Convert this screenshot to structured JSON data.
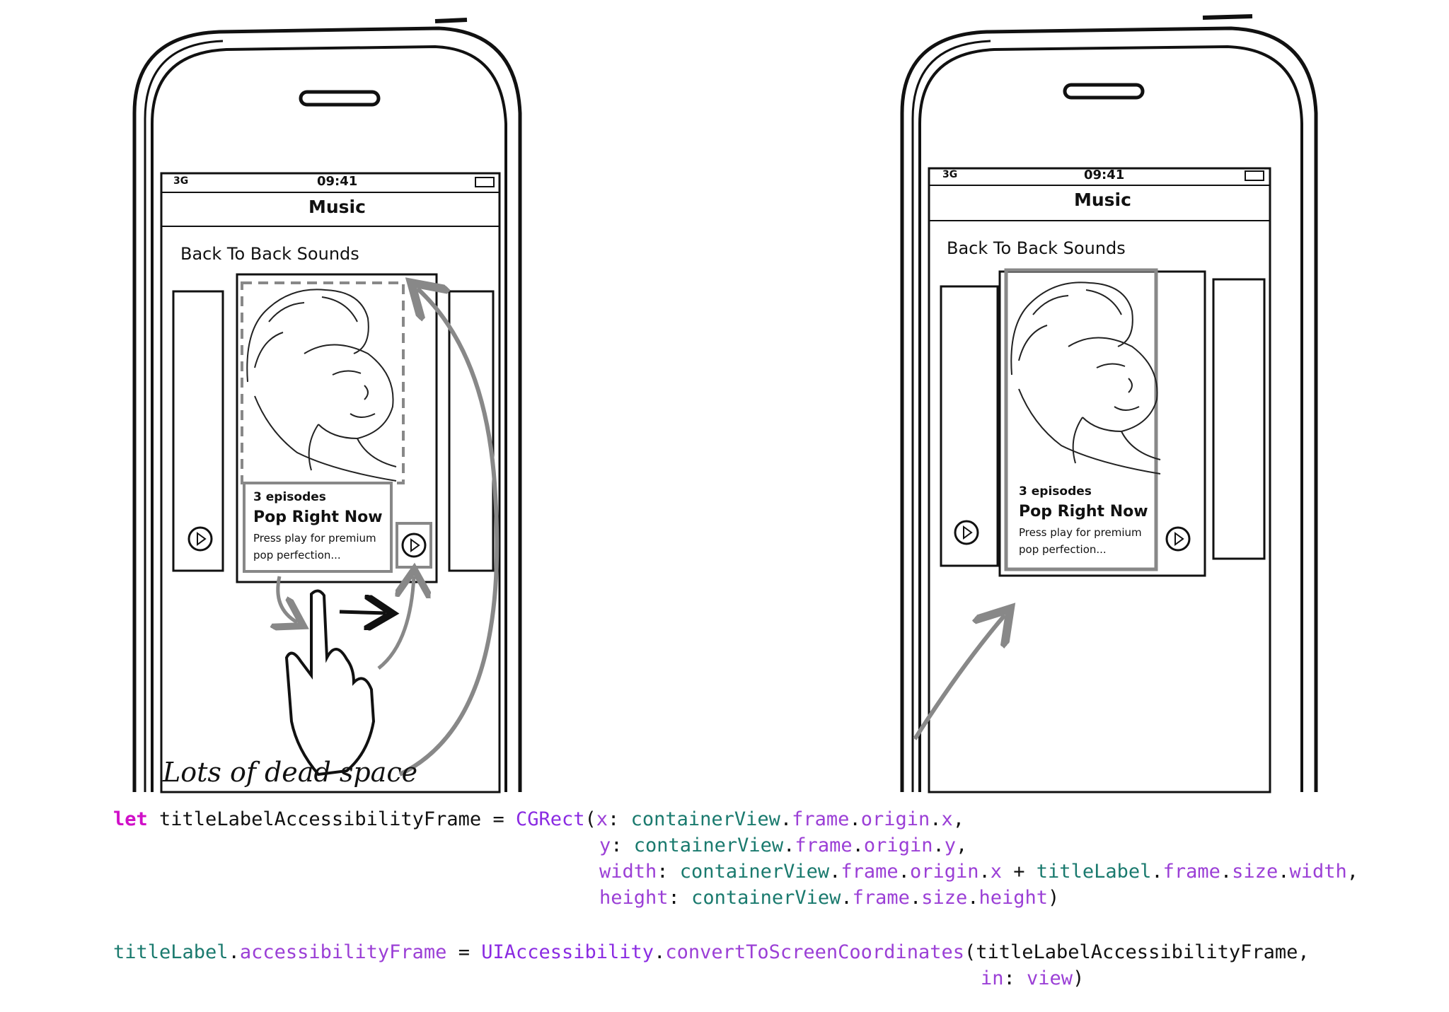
{
  "left_phone": {
    "status_time": "09:41",
    "status_carrier": "3G",
    "nav_title": "Music",
    "section_title": "Back To Back Sounds",
    "card": {
      "episodes": "3 episodes",
      "title": "Pop Right Now",
      "description_line1": "Press play for premium",
      "description_line2": "pop perfection..."
    }
  },
  "right_phone": {
    "status_time": "09:41",
    "status_carrier": "3G",
    "nav_title": "Music",
    "section_title": "Back To Back Sounds",
    "card": {
      "episodes": "3 episodes",
      "title": "Pop Right Now",
      "description_line1": "Press play for premium",
      "description_line2": "pop perfection..."
    }
  },
  "caption": "Lots of dead space",
  "code": {
    "line1": {
      "kw": "let",
      "var": " titleLabelAccessibilityFrame ",
      "eq": "= ",
      "type": "CGRect",
      "open": "(",
      "p": "x",
      "colon": ": ",
      "a": "containerView",
      "d1": ".",
      "b": "frame",
      "d2": ".",
      "c": "origin",
      "d3": ".",
      "e": "x",
      "end": ","
    },
    "line2": {
      "p": "y",
      "colon": ": ",
      "a": "containerView",
      "d1": ".",
      "b": "frame",
      "d2": ".",
      "c": "origin",
      "d3": ".",
      "e": "y",
      "end": ","
    },
    "line3": {
      "p": "width",
      "colon": ": ",
      "a": "containerView",
      "d1": ".",
      "b": "frame",
      "d2": ".",
      "c": "origin",
      "d3": ".",
      "e": "x",
      "plus": " + ",
      "f": "titleLabel",
      "d4": ".",
      "g": "frame",
      "d5": ".",
      "h": "size",
      "d6": ".",
      "i": "width",
      "end": ","
    },
    "line4": {
      "p": "height",
      "colon": ": ",
      "a": "containerView",
      "d1": ".",
      "b": "frame",
      "d2": ".",
      "c": "size",
      "d3": ".",
      "e": "height",
      "end": ")"
    },
    "line5": {
      "a": "titleLabel",
      "d1": ".",
      "b": "accessibilityFrame",
      "eq": " = ",
      "c": "UIAccessibility",
      "d2": ".",
      "e": "convertToScreenCoordinates",
      "open": "(",
      "f": "titleLabelAccessibilityFrame",
      "end": ","
    },
    "line6": {
      "p": "in",
      "colon": ": ",
      "a": "view",
      "end": ")"
    }
  }
}
